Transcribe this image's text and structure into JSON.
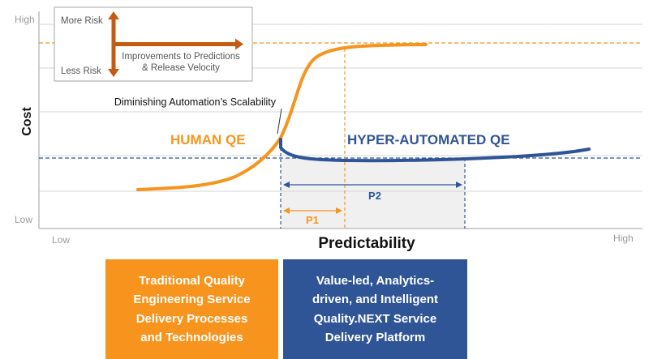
{
  "axes": {
    "y_label": "Cost",
    "x_label": "Predictability",
    "y_high": "High",
    "y_low": "Low",
    "x_low": "Low",
    "x_high": "High"
  },
  "legend": {
    "more_risk": "More Risk",
    "less_risk": "Less Risk",
    "improvements_line1": "Improvements to Predictions",
    "improvements_line2": "& Release Velocity"
  },
  "annotations": {
    "scalability": "Diminishing Automation’s Scalability",
    "human_qe": "HUMAN QE",
    "hyper_qe": "HYPER-AUTOMATED QE",
    "p1": "P1",
    "p2": "P2"
  },
  "boxes": {
    "traditional": [
      "Traditional Quality",
      "Engineering Service",
      "Delivery Processes",
      "and Technologies"
    ],
    "value_led": [
      "Value-led, Analytics-",
      "driven, and Intelligent",
      "Quality.NEXT Service",
      "Delivery Platform"
    ]
  },
  "colors": {
    "orange": "#f7941d",
    "blue": "#2f5597",
    "arrow_brown": "#c55a11",
    "gray_text": "#9a9a9a"
  }
}
